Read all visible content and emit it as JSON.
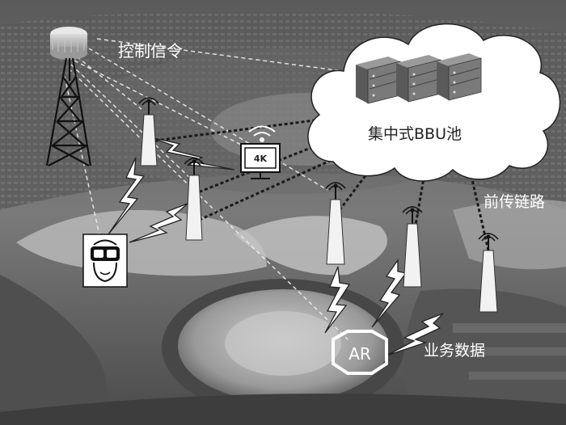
{
  "labels": {
    "control_signal": "控制信令",
    "bbu_pool": "集中式BBU池",
    "fronthaul": "前传链路",
    "service_data": "业务数据",
    "tv_badge": "4K",
    "ar_badge": "AR"
  },
  "icons": {
    "tower": "transmission-tower-icon",
    "antenna": "antenna-icon",
    "server": "server-rack-icon",
    "tv": "4k-tv-icon",
    "vr": "vr-headset-icon",
    "ar": "ar-device-icon",
    "wifi": "wifi-icon",
    "wireless": "lightning-link-icon"
  },
  "colors": {
    "background": "#6f6f6f",
    "cloud": "#ffffff",
    "fronthaul_line": "#1a1a1a",
    "control_line": "#e8e8e8",
    "text": "#ffffff"
  }
}
